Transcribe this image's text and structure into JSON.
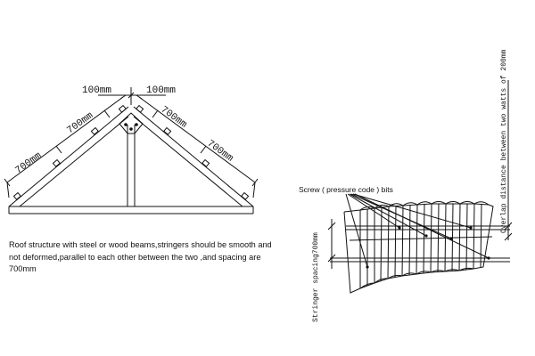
{
  "roof_truss": {
    "ridge_dims": [
      "100mm",
      "100mm"
    ],
    "left_dims": [
      "700mm",
      "700mm"
    ],
    "right_dims": [
      "700mm",
      "700mm"
    ]
  },
  "caption": "Roof structure with steel or wood beams,stringers should be smooth and not deformed,parallel to each other between the two ,and spacing are 700mm",
  "tile_detail": {
    "screw_label": "Screw ( pressure  code )  bits",
    "overlap_label": "Overlap distance between two watts of 200mm",
    "stringer_label": "Stringer spacing700mm"
  },
  "colors": {
    "line": "#111111",
    "background": "#ffffff"
  }
}
